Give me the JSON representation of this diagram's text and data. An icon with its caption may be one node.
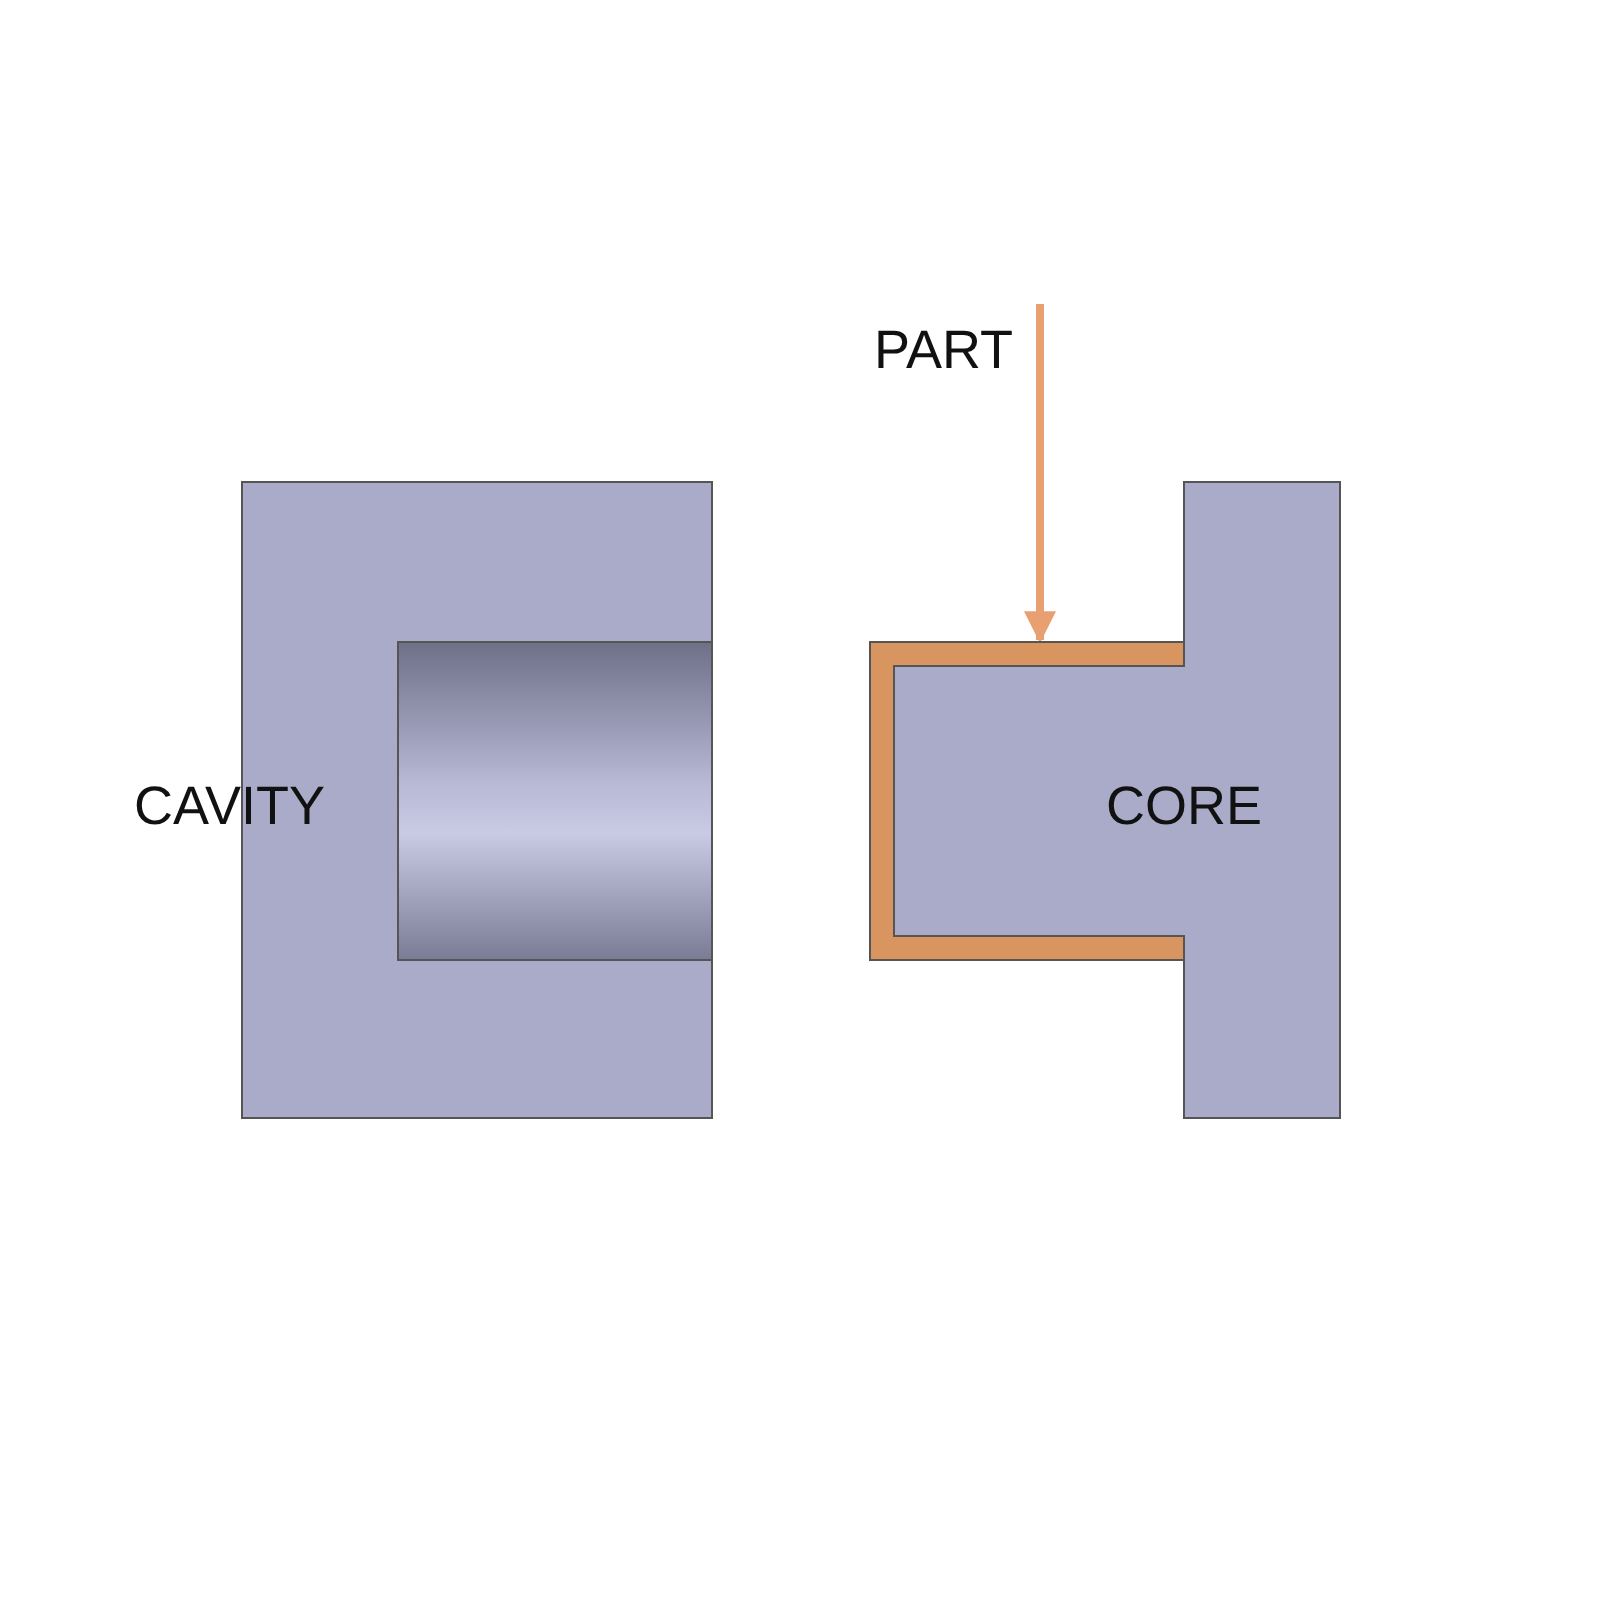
{
  "diagram": {
    "nodes": [
      {
        "text": [
          "PART"
        ]
      },
      {
        "text": [],
        "shape": "box"
      }
    ],
    "edges": [
      {
        "from": 0,
        "to": 1,
        "arrow": "to"
      }
    ],
    "labels": [
      "CAVITY",
      "CORE"
    ]
  }
}
